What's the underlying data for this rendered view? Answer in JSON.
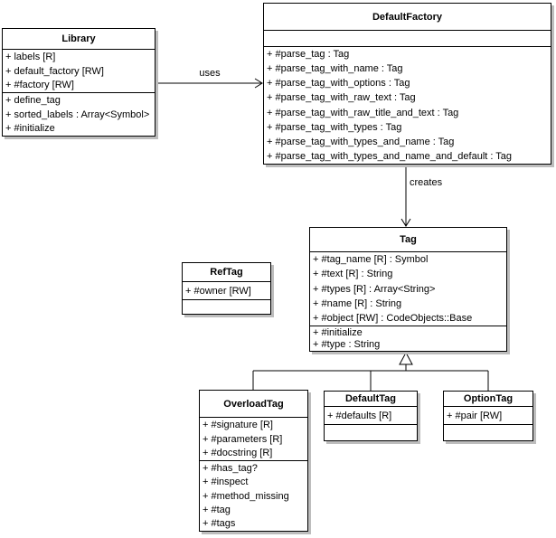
{
  "diagram": {
    "classes": [
      {
        "id": "library",
        "title": "Library",
        "attributes": [
          "+ labels [R]",
          "+ default_factory [RW]",
          "+ #factory [RW]"
        ],
        "methods": [
          "+ define_tag",
          "+ sorted_labels : Array<Symbol>",
          "+ #initialize"
        ]
      },
      {
        "id": "default_factory",
        "title": "DefaultFactory",
        "attributes": [],
        "methods": [
          "+ #parse_tag : Tag",
          "+ #parse_tag_with_name : Tag",
          "+ #parse_tag_with_options : Tag",
          "+ #parse_tag_with_raw_text : Tag",
          "+ #parse_tag_with_raw_title_and_text : Tag",
          "+ #parse_tag_with_types : Tag",
          "+ #parse_tag_with_types_and_name : Tag",
          "+ #parse_tag_with_types_and_name_and_default : Tag"
        ]
      },
      {
        "id": "tag",
        "title": "Tag",
        "attributes": [
          "+ #tag_name [R] : Symbol",
          "+ #text [R] : String",
          "+ #types [R] : Array<String>",
          "+ #name [R] : String",
          "+ #object [RW] : CodeObjects::Base"
        ],
        "methods": [
          "+ #initialize",
          "+ #type : String"
        ]
      },
      {
        "id": "ref_tag",
        "title": "RefTag",
        "attributes": [
          "+ #owner [RW]"
        ],
        "methods": []
      },
      {
        "id": "overload_tag",
        "title": "OverloadTag",
        "attributes": [
          "+ #signature [R]",
          "+ #parameters [R]",
          "+ #docstring [R]"
        ],
        "methods": [
          "+ #has_tag?",
          "+ #inspect",
          "+ #method_missing",
          "+ #tag",
          "+ #tags"
        ]
      },
      {
        "id": "default_tag",
        "title": "DefaultTag",
        "attributes": [
          "+ #defaults [R]"
        ],
        "methods": []
      },
      {
        "id": "option_tag",
        "title": "OptionTag",
        "attributes": [
          "+ #pair [RW]"
        ],
        "methods": []
      }
    ],
    "relationships": [
      {
        "type": "dependency",
        "label": "uses",
        "from": "Library",
        "to": "DefaultFactory"
      },
      {
        "type": "dependency",
        "label": "creates",
        "from": "DefaultFactory",
        "to": "Tag"
      },
      {
        "type": "generalization",
        "label": "",
        "from": "OverloadTag",
        "to": "Tag"
      },
      {
        "type": "generalization",
        "label": "",
        "from": "DefaultTag",
        "to": "Tag"
      },
      {
        "type": "generalization",
        "label": "",
        "from": "OptionTag",
        "to": "Tag"
      }
    ],
    "colors": {
      "line": "#000000",
      "text": "#000000",
      "box_fill": "#ffffff",
      "shadow": "#bdbdbd",
      "background": "#ffffff"
    }
  }
}
